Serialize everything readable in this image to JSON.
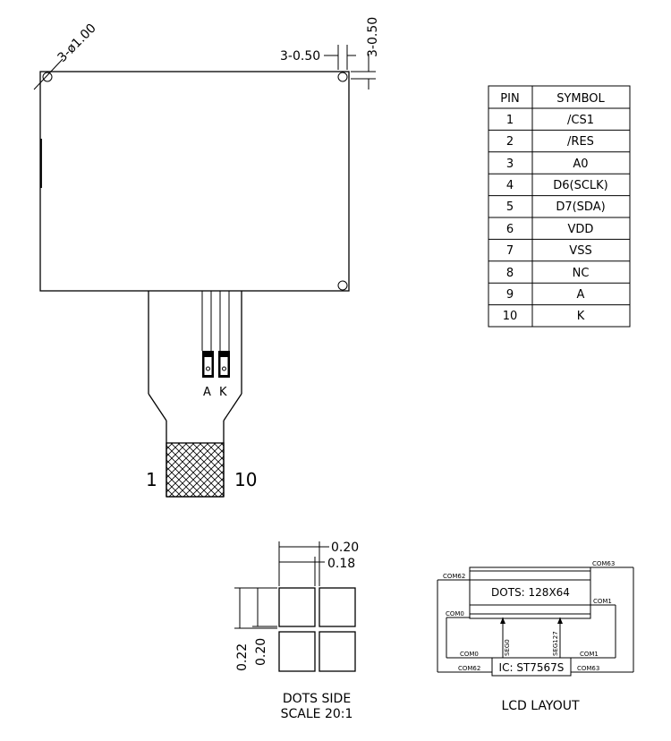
{
  "dimensions": {
    "holes": "3-ø1.00",
    "hole_offset_x": "3-0.50",
    "hole_offset_y": "3-0.50",
    "dot_pitch_w": "0.20",
    "dot_w": "0.18",
    "dot_pitch_h": "0.22",
    "dot_h": "0.20"
  },
  "fpc": {
    "pin_first": "1",
    "pin_last": "10",
    "backlight_a": "A",
    "backlight_k": "K"
  },
  "pin_table": {
    "headers": [
      "PIN",
      "SYMBOL"
    ],
    "rows": [
      [
        "1",
        "/CS1"
      ],
      [
        "2",
        "/RES"
      ],
      [
        "3",
        "A0"
      ],
      [
        "4",
        "D6(SCLK)"
      ],
      [
        "5",
        "D7(SDA)"
      ],
      [
        "6",
        "VDD"
      ],
      [
        "7",
        "VSS"
      ],
      [
        "8",
        "NC"
      ],
      [
        "9",
        "A"
      ],
      [
        "10",
        "K"
      ]
    ]
  },
  "dots_side": {
    "title_line1": "DOTS SIDE",
    "title_line2": "SCALE 20:1"
  },
  "lcd_layout": {
    "title": "LCD LAYOUT",
    "dots_label": "DOTS: 128X64",
    "ic_label": "IC: ST7567S",
    "com63_top": "COM63",
    "com62_top": "COM62",
    "com0_left": "COM0",
    "com1_right": "COM1",
    "seg0": "SEG0",
    "seg127": "SEG127",
    "com0_bottom": "COM0",
    "com1_bottom": "COM1",
    "com62_bottom": "COM62",
    "com63_bottom": "COM63"
  }
}
